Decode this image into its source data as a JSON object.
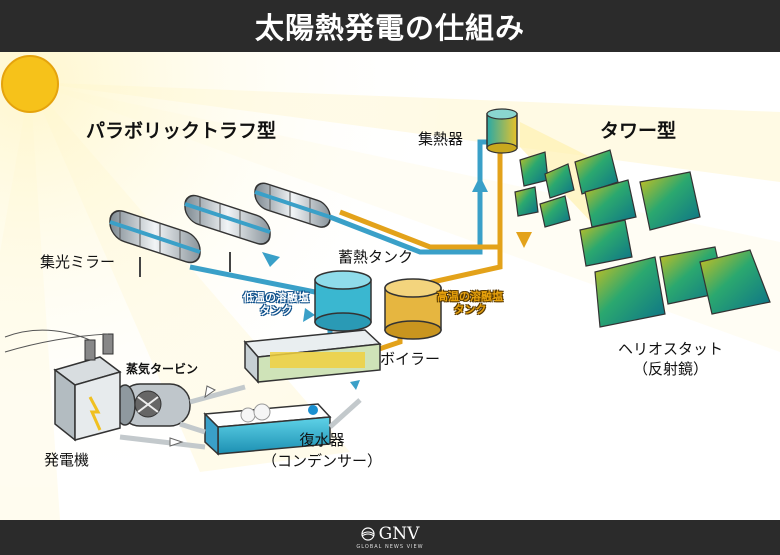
{
  "title": "太陽熱発電の仕組み",
  "labels": {
    "parabolic": "パラボリックトラフ型",
    "tower": "タワー型",
    "receiver": "集熱器",
    "mirror": "集光ミラー",
    "storage": "蓄熱タンク",
    "low_tank_1": "低温の溶融塩",
    "low_tank_2": "タンク",
    "high_tank_1": "高温の溶融塩",
    "high_tank_2": "タンク",
    "turbine": "蒸気タービン",
    "boiler": "ボイラー",
    "heliostat_1": "ヘリオスタット",
    "heliostat_2": "（反射鏡）",
    "condenser_1": "復水器",
    "condenser_2": "（コンデンサー）",
    "generator": "発電機"
  },
  "logo": {
    "name": "GNV",
    "subtitle": "GLOBAL NEWS VIEW"
  },
  "colors": {
    "bar": "#2b2b2b",
    "cold_pipe": "#3aa0c8",
    "hot_pipe": "#e3a21a",
    "sun": "#f6c21a"
  }
}
